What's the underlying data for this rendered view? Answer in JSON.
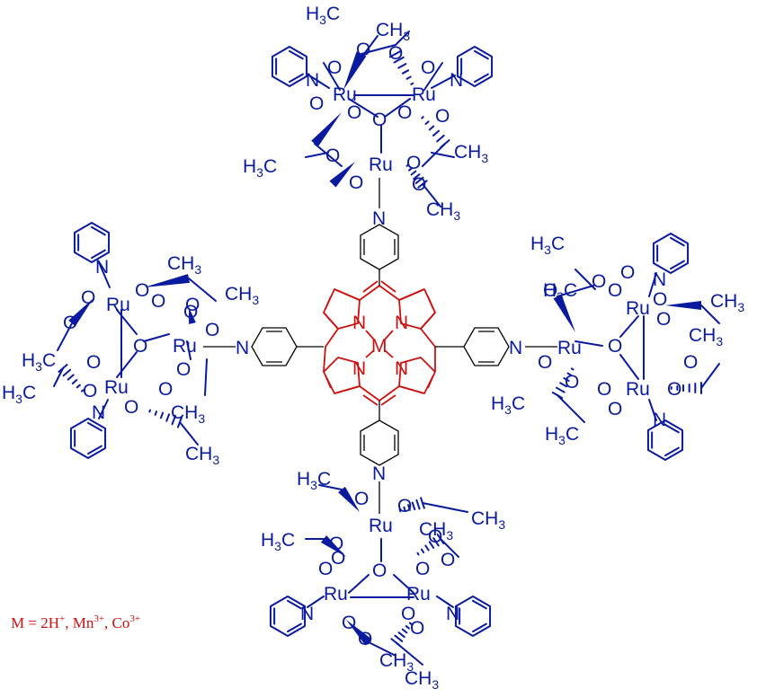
{
  "labels": {
    "M": "M",
    "N": "N",
    "Ru": "Ru",
    "O": "O",
    "CH3_main": "CH",
    "H3C_main": "H",
    "C": "C",
    "sub3": "3"
  },
  "caption": {
    "prefix": "M = 2H",
    "sup1": "+",
    "mid1": ", Mn",
    "sup2": "3+",
    "mid2": ", Co",
    "sup3": "3+"
  },
  "colors": {
    "porphyrin": "#cc1111",
    "ruthenium_clusters": "#0a1a9e",
    "linker_bonds": "#000000"
  }
}
